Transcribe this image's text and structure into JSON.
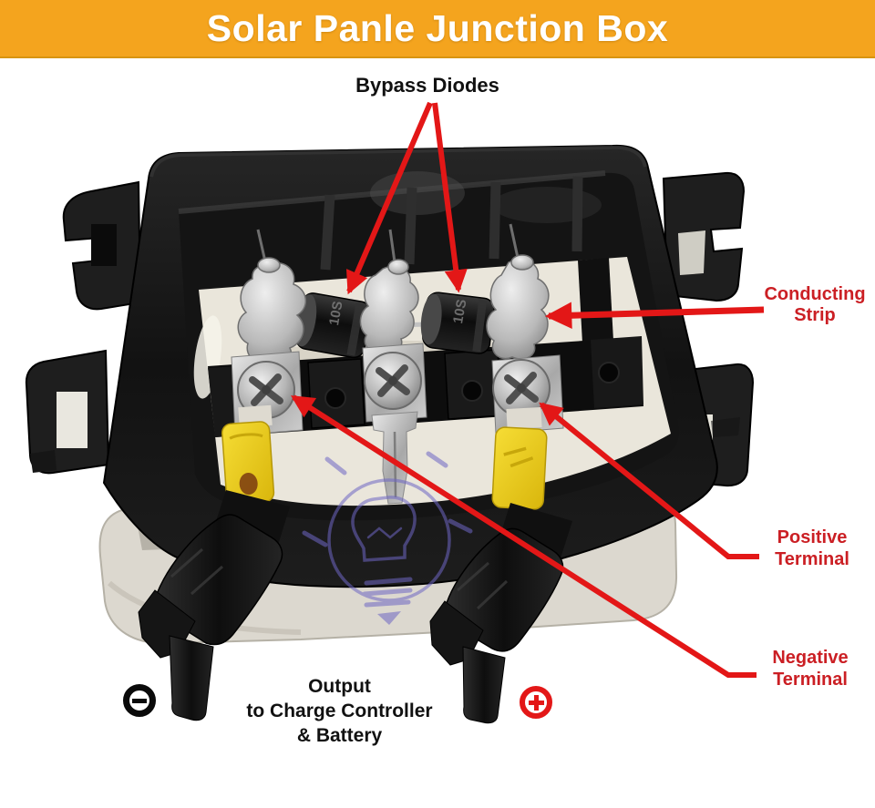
{
  "banner": {
    "title": "Solar Panle Junction Box"
  },
  "annotations": {
    "bypass_diodes": {
      "label": "Bypass Diodes"
    },
    "conducting_strip": {
      "label": "Conducting\nStrip"
    },
    "positive_terminal": {
      "label": "Positive\nTerminal"
    },
    "negative_terminal": {
      "label": "Negative\nTerminal"
    },
    "output_note": {
      "label": "Output\nto Charge Controller\n& Battery"
    },
    "negative_symbol": "−",
    "positive_symbol": "+"
  },
  "photo": {
    "subject": "solar panel junction box with two bypass diodes, three screw terminals, two yellow crimp connectors and two output cable glands",
    "diode_marking": "10S",
    "watermark_icon": "light-bulb-watermark"
  },
  "colors": {
    "banner_bg": "#F4A41E",
    "banner_text": "#FFFFFF",
    "annotation_red": "#E31717",
    "label_red": "#CB1F24",
    "label_black": "#111111",
    "watermark_purple": "#6E66C4",
    "crimp_yellow": "#E8C713",
    "box_black": "#161616",
    "interior_white": "#EAE6DB",
    "lid_gray": "#DCD8CF"
  }
}
